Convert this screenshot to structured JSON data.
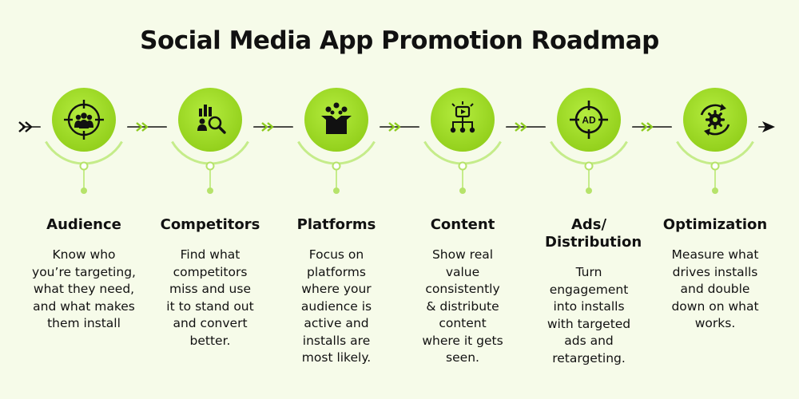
{
  "title": "Social Media App Promotion Roadmap",
  "colors": {
    "accent": "#a6e22e",
    "ring": "#c5ec8a",
    "background": "#f6fbe9",
    "text": "#111111"
  },
  "steps": [
    {
      "title": "Audience",
      "icon": "audience-target-icon",
      "description": "Know who you’re targeting, what they need, and what makes them install"
    },
    {
      "title": "Competitors",
      "icon": "competitor-analysis-icon",
      "description": "Find what competitors miss and use it to stand out and convert better."
    },
    {
      "title": "Platforms",
      "icon": "social-platforms-box-icon",
      "description": "Focus on platforms where your audience is active and installs are most likely."
    },
    {
      "title": "Content",
      "icon": "content-distribution-icon",
      "description": "Show real value consistently & distribute content where it gets seen."
    },
    {
      "title": "Ads/ Distribution",
      "icon": "ad-target-icon",
      "description": "Turn engagement into installs with targeted ads and retargeting."
    },
    {
      "title": "Optimization",
      "icon": "optimization-gear-icon",
      "description": "Measure what drives installs and double down on what works."
    }
  ]
}
